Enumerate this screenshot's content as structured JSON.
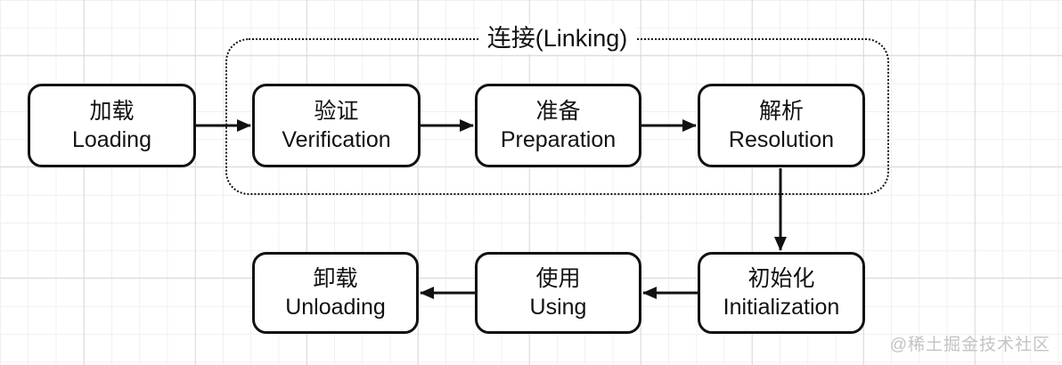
{
  "diagram": {
    "group": {
      "label": "连接(Linking)",
      "contains": [
        "verification",
        "preparation",
        "resolution"
      ]
    },
    "nodes": [
      {
        "id": "loading",
        "zh": "加载",
        "en": "Loading"
      },
      {
        "id": "verification",
        "zh": "验证",
        "en": "Verification"
      },
      {
        "id": "preparation",
        "zh": "准备",
        "en": "Preparation"
      },
      {
        "id": "resolution",
        "zh": "解析",
        "en": "Resolution"
      },
      {
        "id": "initialization",
        "zh": "初始化",
        "en": "Initialization"
      },
      {
        "id": "using",
        "zh": "使用",
        "en": "Using"
      },
      {
        "id": "unloading",
        "zh": "卸载",
        "en": "Unloading"
      }
    ],
    "edges": [
      {
        "from": "loading",
        "to": "verification",
        "direction": "right"
      },
      {
        "from": "verification",
        "to": "preparation",
        "direction": "right"
      },
      {
        "from": "preparation",
        "to": "resolution",
        "direction": "right"
      },
      {
        "from": "resolution",
        "to": "initialization",
        "direction": "down"
      },
      {
        "from": "initialization",
        "to": "using",
        "direction": "left"
      },
      {
        "from": "using",
        "to": "unloading",
        "direction": "left"
      }
    ],
    "watermark": "@稀土掘金技术社区",
    "colors": {
      "node_border": "#111111",
      "node_fill": "#ffffff",
      "text": "#111111",
      "watermark": "#c3c3c3",
      "grid_minor": "#f0f0f0",
      "grid_major": "#d8d8d8"
    }
  }
}
